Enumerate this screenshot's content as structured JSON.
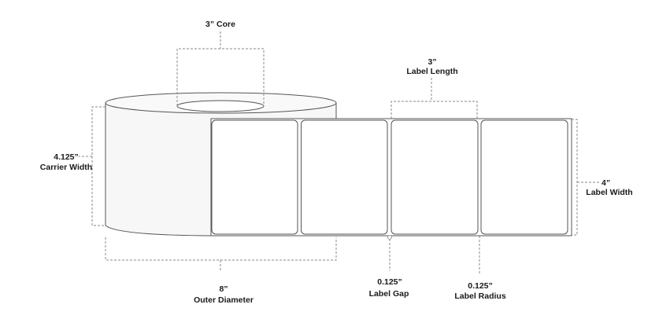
{
  "core": {
    "value": "3” Core"
  },
  "carrier_width": {
    "value": "4.125”",
    "label": "Carrier Width"
  },
  "outer_diameter": {
    "value": "8”",
    "label": "Outer Diameter"
  },
  "label_length": {
    "value": "3”",
    "label": "Label Length"
  },
  "label_width": {
    "value": "4”",
    "label": "Label Width"
  },
  "label_gap": {
    "value": "0.125”",
    "label": "Label Gap"
  },
  "label_radius": {
    "value": "0.125”",
    "label": "Label Radius"
  },
  "label_count": 4
}
